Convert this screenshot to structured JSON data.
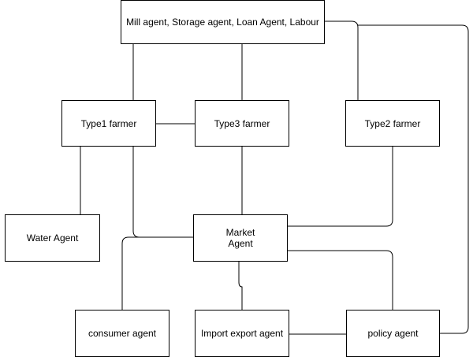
{
  "colors": {
    "stroke": "#000000",
    "fill": "#ffffff",
    "text": "#000000"
  },
  "nodes": {
    "top_agents": "Mill agent, Storage agent, Loan Agent, Labour",
    "type1_farmer": "Type1 farmer",
    "type3_farmer": "Type3 farmer",
    "type2_farmer": "Type2 farmer",
    "water_agent": "Water Agent",
    "market_agent": "Market\nAgent",
    "consumer_agent": "consumer agent",
    "import_export_agent": "Import export agent",
    "policy_agent": "policy agent"
  },
  "edges": [
    {
      "from": "top_agents",
      "to": "type1_farmer"
    },
    {
      "from": "top_agents",
      "to": "type3_farmer"
    },
    {
      "from": "top_agents",
      "to": "type2_farmer"
    },
    {
      "from": "top_agents",
      "to": "policy_agent"
    },
    {
      "from": "type1_farmer",
      "to": "type3_farmer"
    },
    {
      "from": "type1_farmer",
      "to": "water_agent"
    },
    {
      "from": "type1_farmer",
      "to": "market_agent"
    },
    {
      "from": "type3_farmer",
      "to": "market_agent"
    },
    {
      "from": "type2_farmer",
      "to": "market_agent"
    },
    {
      "from": "market_agent",
      "to": "consumer_agent"
    },
    {
      "from": "market_agent",
      "to": "import_export_agent"
    },
    {
      "from": "market_agent",
      "to": "policy_agent"
    },
    {
      "from": "import_export_agent",
      "to": "policy_agent"
    }
  ]
}
